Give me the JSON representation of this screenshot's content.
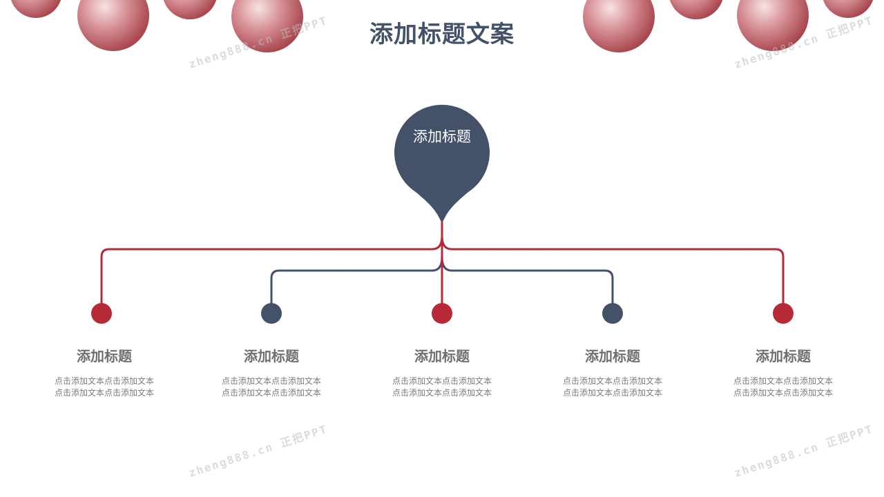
{
  "slide": {
    "title": "添加标题文案",
    "center_bubble": {
      "label": "添加标题",
      "color": "#435169"
    },
    "colors": {
      "red": "#b52a36",
      "navy": "#435169",
      "heading_gray": "#6f6f6f",
      "body_gray": "#7a7a7a"
    },
    "nodes": [
      {
        "title": "添加标题",
        "body": "点击添加文本点击添加文本点击添加文本点击添加文本",
        "color": "red"
      },
      {
        "title": "添加标题",
        "body": "点击添加文本点击添加文本点击添加文本点击添加文本",
        "color": "navy"
      },
      {
        "title": "添加标题",
        "body": "点击添加文本点击添加文本点击添加文本点击添加文本",
        "color": "red"
      },
      {
        "title": "添加标题",
        "body": "点击添加文本点击添加文本点击添加文本点击添加文本",
        "color": "navy"
      },
      {
        "title": "添加标题",
        "body": "点击添加文本点击添加文本点击添加文本点击添加文本",
        "color": "red"
      }
    ],
    "watermark": "zheng888.cn 正把PPT"
  }
}
